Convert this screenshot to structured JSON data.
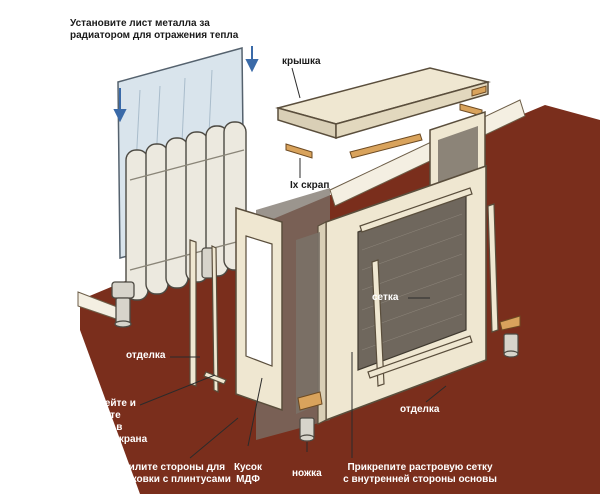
{
  "colors": {
    "wall": "#ffffff",
    "floor": "#7a2e1c",
    "wood": "#efe7d1",
    "wood_edge": "#b9a98a",
    "mesh": "#7a7268",
    "metal": "#d9e4ec",
    "radiator": "#ece9df",
    "strip": "#d9a35c",
    "arrow": "#3a6aa8"
  },
  "labels": {
    "metal_sheet": "Установите лист металла за\nрадиатором для отражения тепла",
    "top_lid": "крышка",
    "scrap": "Ix скрап",
    "mesh": "сетка",
    "trim_left": "отделка",
    "trim_right": "отделка",
    "glue_trim": "Приклейте и\nприбейте\nотделку в\nокошки экрана",
    "cut_sides": "Выпилите стороны для\nсостыковки с плинтусами",
    "mdf_piece": "Кусок\nМДФ",
    "leg": "ножка",
    "attach_mesh": "Прикрепите растровую сетку\nс внутренней стороны основы"
  }
}
